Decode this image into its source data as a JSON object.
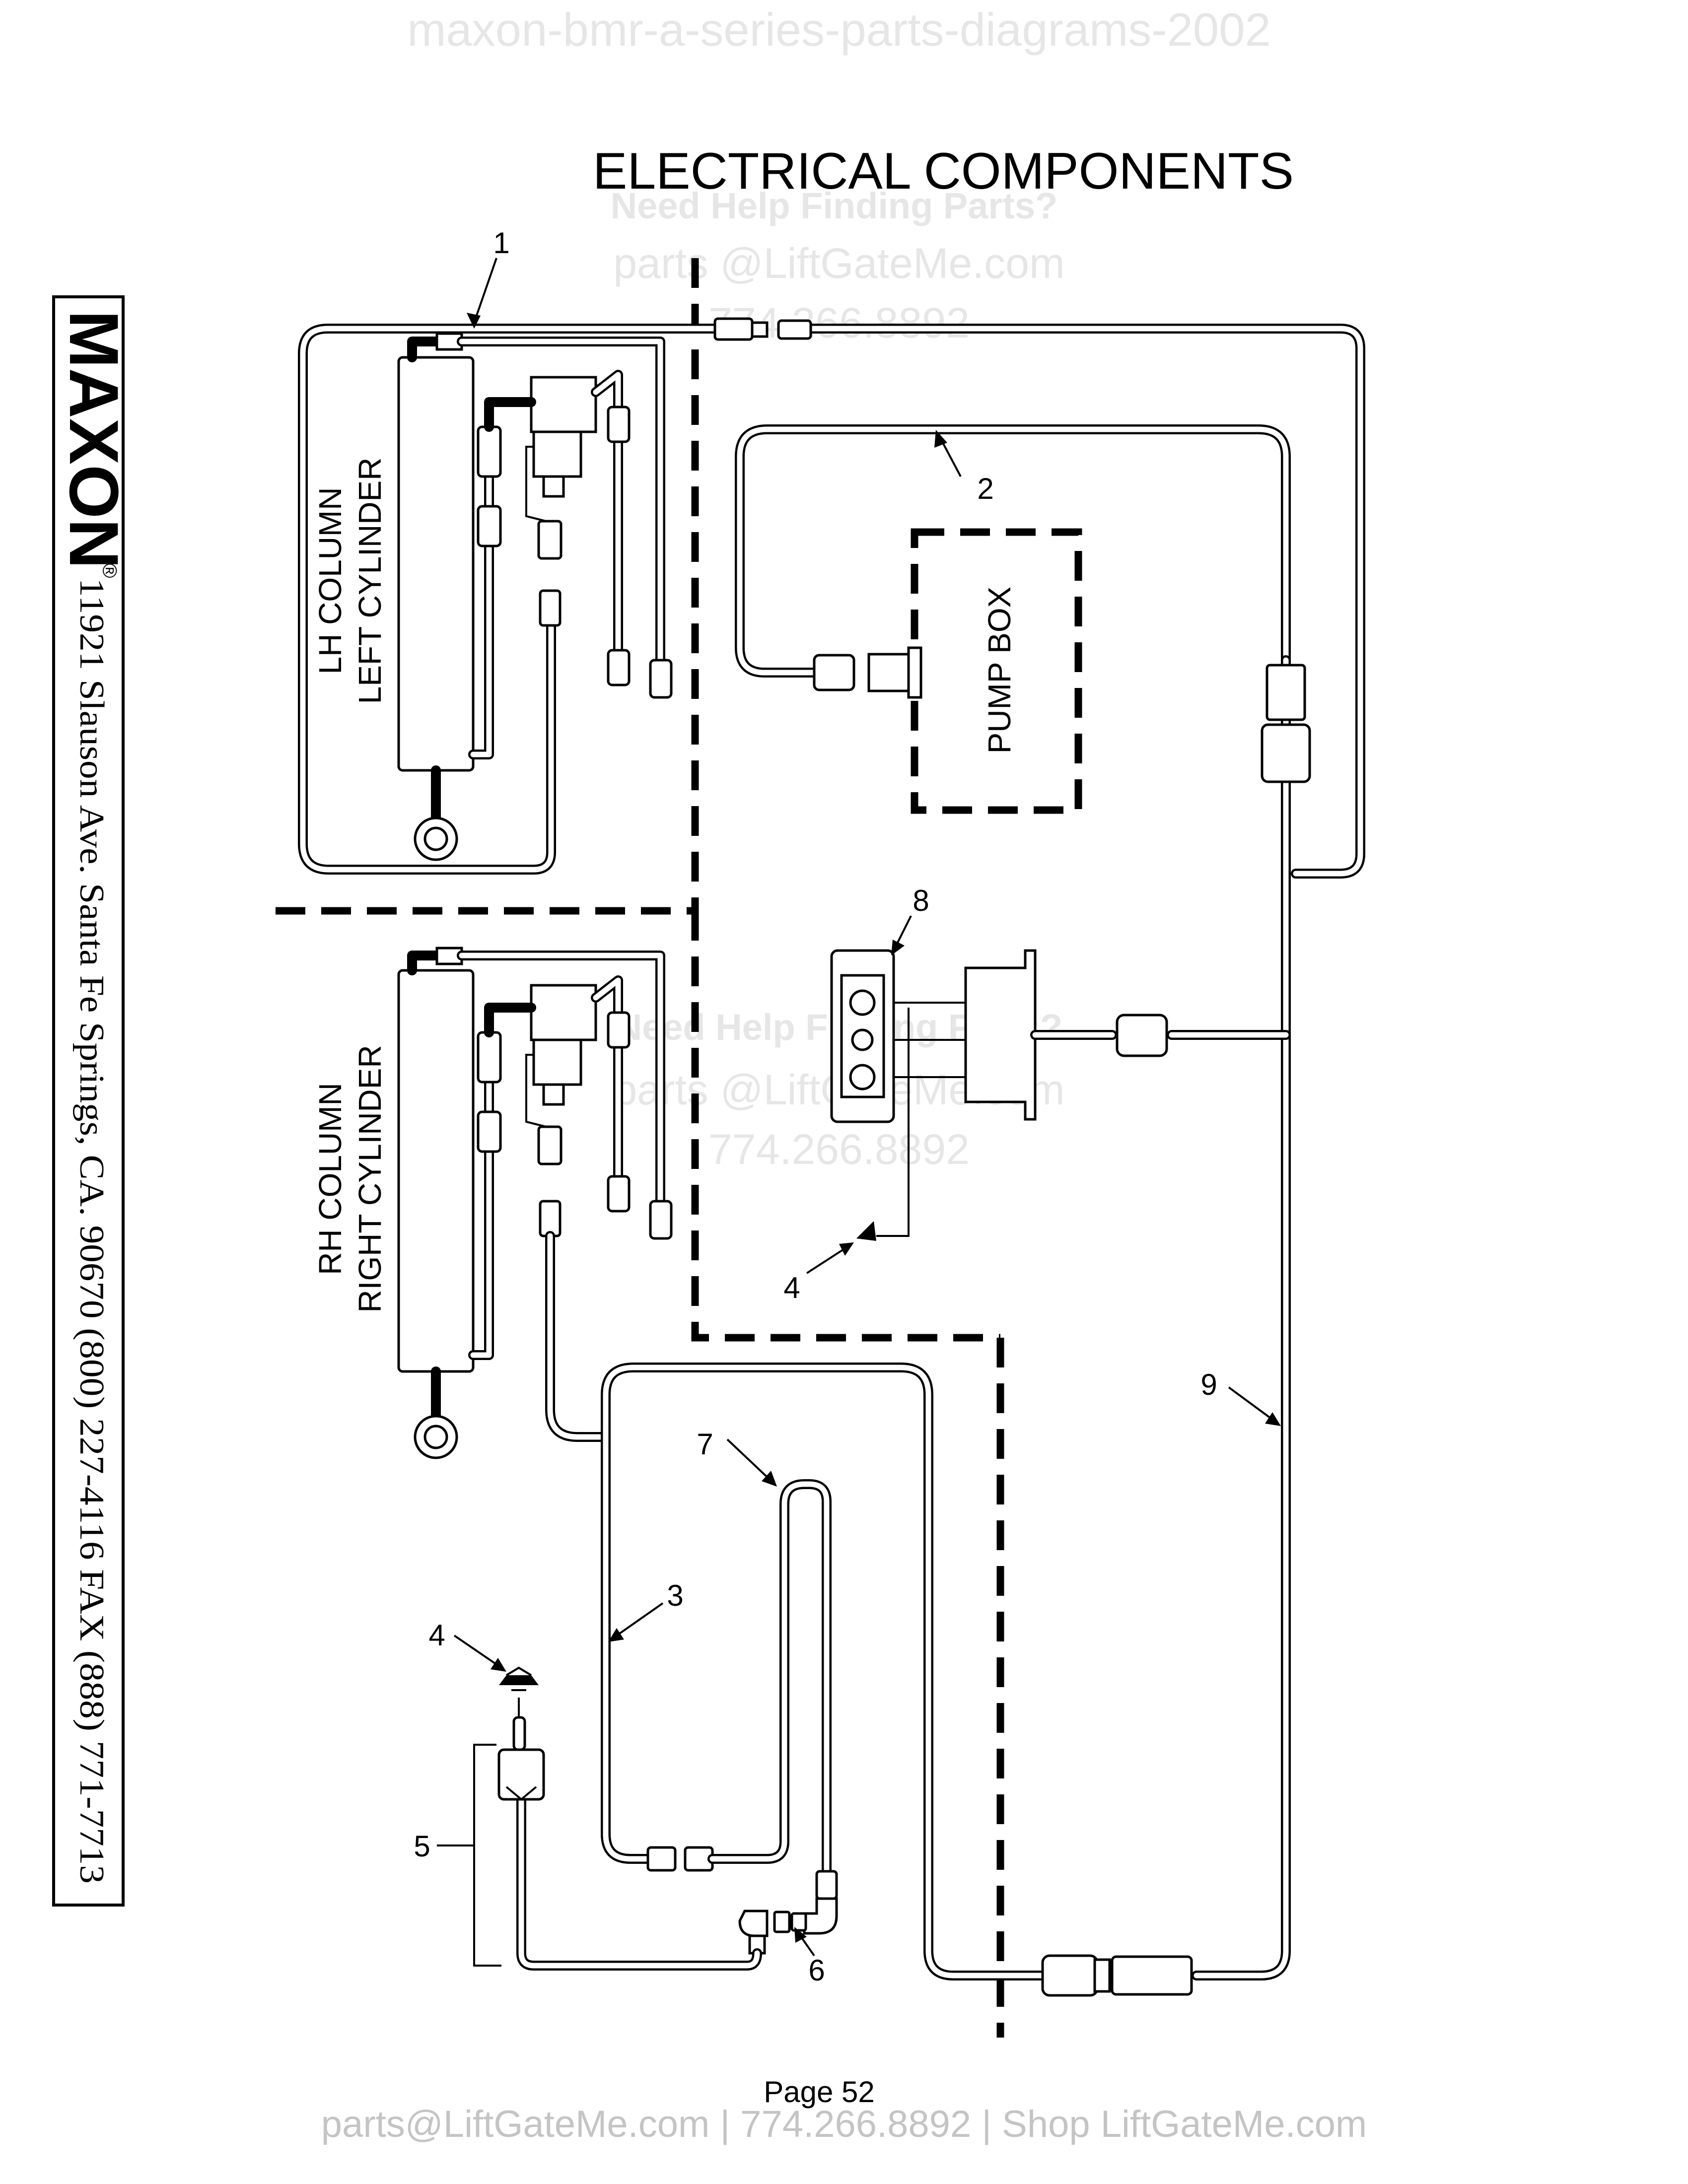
{
  "watermark": {
    "top": "maxon-bmr-a-series-parts-diagrams-2002",
    "help": "Need Help Finding Parts?",
    "email": "parts @LiftGateMe.com",
    "phone": "774.266.8892",
    "footer": "parts@LiftGateMe.com | 774.266.8892 | Shop LiftGateMe.com"
  },
  "title": "ELECTRICAL  COMPONENTS",
  "sidebar": {
    "logo": "MAXON",
    "registered": "®",
    "address": "11921 Slauson Ave.  Santa Fe Springs, CA.  90670  (800) 227-4116  FAX (888) 771-7713"
  },
  "labels": {
    "lh_column": "LH COLUMN",
    "left_cylinder": "LEFT CYLINDER",
    "rh_column": "RH COLUMN",
    "right_cylinder": "RIGHT CYLINDER",
    "pump_box": "PUMP BOX"
  },
  "callouts": [
    "1",
    "2",
    "3",
    "4",
    "4",
    "5",
    "6",
    "7",
    "8",
    "9"
  ],
  "page": "Page  52"
}
